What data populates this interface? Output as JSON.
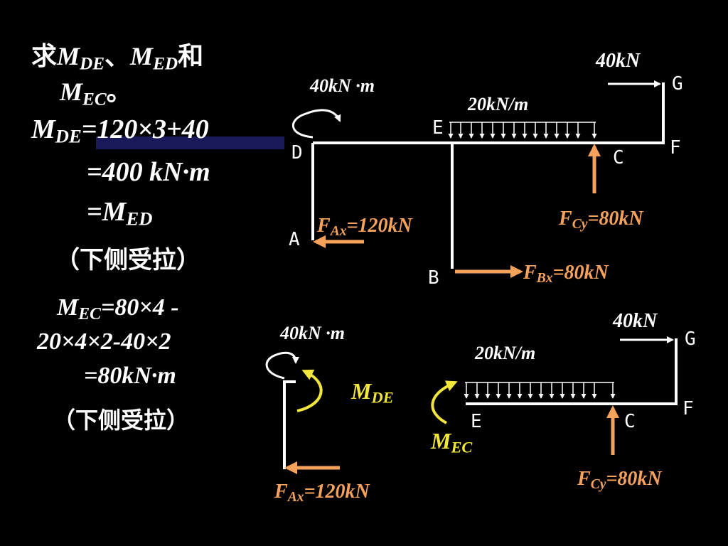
{
  "text": {
    "q_prefix": "求",
    "q_m1": "M",
    "q_m1_sub": "DE",
    "q_sep": "、",
    "q_m2": "M",
    "q_m2_sub": "ED",
    "q_and": "和",
    "q_m3": "M",
    "q_m3_sub": "EC",
    "q_end": "。",
    "eq1_m": "M",
    "eq1_sub": "DE",
    "eq1_rhs": "=120×3+40",
    "eq2": "=400 kN·m",
    "eq3_m": "=M",
    "eq3_sub": "ED",
    "note1": "（下侧受拉）",
    "eq4_m": "M",
    "eq4_sub": "EC",
    "eq4_rhs": "=80×4 -",
    "eq5": "20×4×2-40×2",
    "eq6": "=80kN·m",
    "note2": "（下侧受拉）"
  },
  "top": {
    "moment_label": "40kN ·m",
    "force_g_label": "40kN",
    "dist_load_label": "20kN/m",
    "nodes": {
      "A": "A",
      "B": "B",
      "C": "C",
      "D": "D",
      "E": "E",
      "F": "F",
      "G": "G"
    },
    "fax_f": "F",
    "fax_sub": "Ax",
    "fax_val": "=120kN",
    "fcy_f": "F",
    "fcy_sub": "Cy",
    "fcy_val": "=80kN",
    "fbx_f": "F",
    "fbx_sub": "Bx",
    "fbx_val": "=80kN"
  },
  "bottom_left": {
    "moment_label": "40kN ·m",
    "mde_m": "M",
    "mde_sub": "DE",
    "fax_f": "F",
    "fax_sub": "Ax",
    "fax_val": "=120kN"
  },
  "bottom_right": {
    "force_g_label": "40kN",
    "dist_load_label": "20kN/m",
    "mec_m": "M",
    "mec_sub": "EC",
    "nodes": {
      "C": "C",
      "E": "E",
      "F": "F",
      "G": "G"
    },
    "fcy_f": "F",
    "fcy_sub": "Cy",
    "fcy_val": "=80kN"
  },
  "colors": {
    "background": "#000000",
    "text": "#ffffff",
    "reaction": "#f7a25a",
    "moment": "#f2e63a",
    "highlight": "#1a1a5a"
  }
}
